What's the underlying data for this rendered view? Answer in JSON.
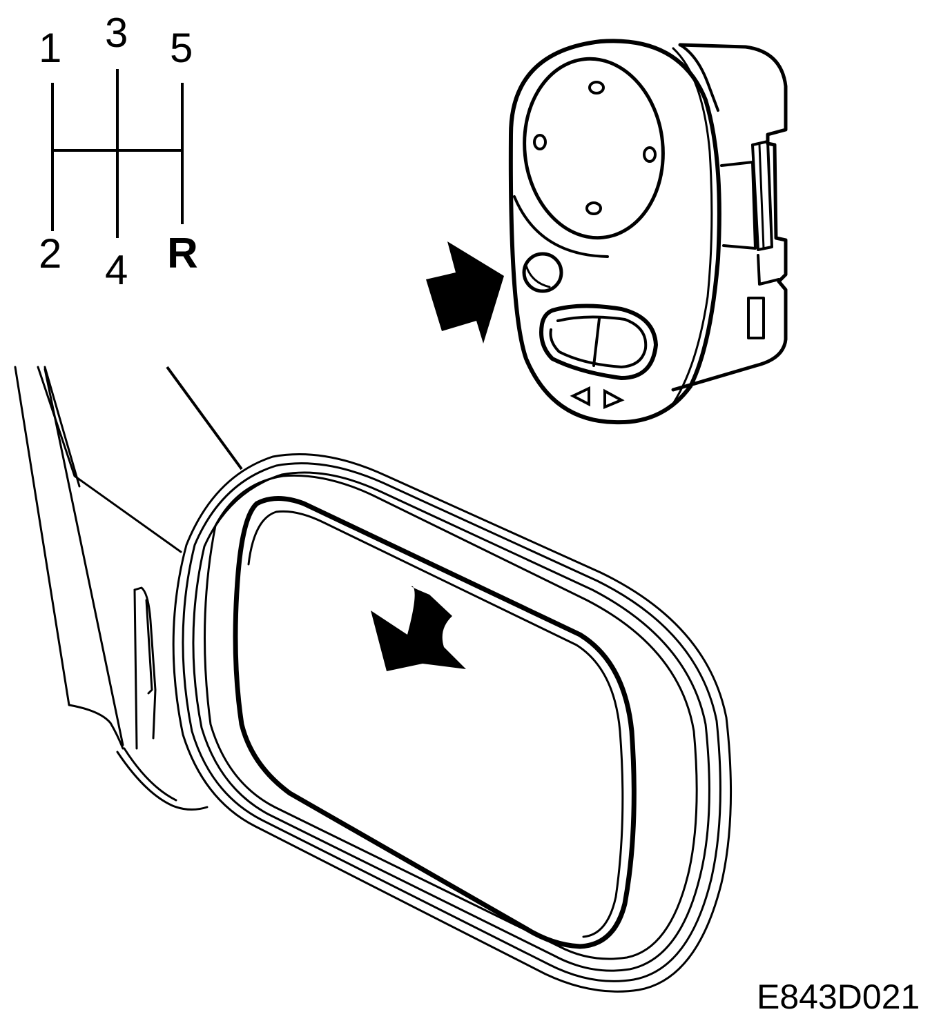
{
  "shift_pattern": {
    "gears": [
      "1",
      "3",
      "5",
      "2",
      "4",
      "R"
    ]
  },
  "figure_code": "E843D021",
  "colors": {
    "line": "#000000",
    "background": "#ffffff"
  },
  "icons": [
    "push-arrow-icon",
    "rotate-arrow-icon",
    "left-triangle-icon",
    "right-triangle-icon"
  ]
}
